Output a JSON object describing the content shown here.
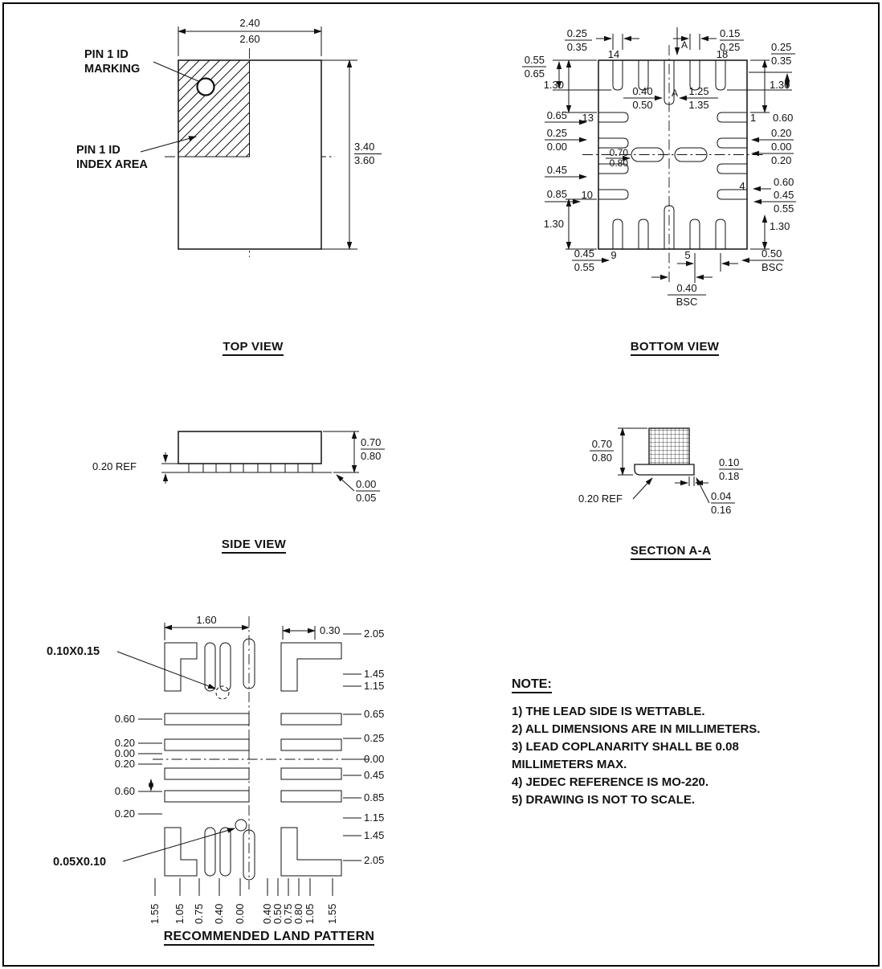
{
  "titles": {
    "top_view": "TOP VIEW",
    "bottom_view": "BOTTOM VIEW",
    "side_view": "SIDE VIEW",
    "section_aa": "SECTION A-A",
    "land_pattern": "RECOMMENDED LAND PATTERN"
  },
  "top_view": {
    "pin1_marking_l1": "PIN 1 ID",
    "pin1_marking_l2": "MARKING",
    "pin1_index_l1": "PIN 1 ID",
    "pin1_index_l2": "INDEX AREA",
    "width_min": "2.40",
    "width_max": "2.60",
    "height_min": "3.40",
    "height_max": "3.60"
  },
  "bottom_view": {
    "pins": {
      "p14": "14",
      "p18": "18",
      "p13": "13",
      "p1": "1",
      "p10": "10",
      "p4": "4",
      "p9": "9",
      "p5": "5"
    },
    "section_top": "A",
    "section_mid": "A",
    "pad_w_min": "0.25",
    "pad_w_max": "0.35",
    "ctr_pad_w_min": "0.15",
    "ctr_pad_w_max": "0.25",
    "corner_min": "0.25",
    "corner_max": "0.35",
    "edge_min": "0.55",
    "edge_max": "0.65",
    "left_130_top": "1.30",
    "right_130_top": "1.30",
    "left_130_bot": "1.30",
    "right_130_bot": "1.30",
    "slot_w_min": "0.40",
    "slot_w_max": "0.50",
    "slot_span_min": "1.25",
    "slot_span_max": "1.35",
    "left_065": "0.65",
    "right_060_top": "0.60",
    "left_025": "0.25",
    "left_000": "0.00",
    "right_020_a": "0.20",
    "right_000": "0.00",
    "right_020_b": "0.20",
    "bar_min": "0.70",
    "bar_max": "0.80",
    "left_045": "0.45",
    "right_060_mid": "0.60",
    "left_085": "0.85",
    "right_045": "0.45",
    "right_055": "0.55",
    "bot_min": "0.45",
    "bot_max": "0.55",
    "pitch_050": "0.50",
    "pitch_050_bsc": "BSC",
    "pitch_040": "0.40",
    "pitch_040_bsc": "BSC"
  },
  "side_view": {
    "ref": "0.20  REF",
    "height_min": "0.70",
    "height_max": "0.80",
    "standoff_min": "0.00",
    "standoff_max": "0.05"
  },
  "section_aa": {
    "height_min": "0.70",
    "height_max": "0.80",
    "ref": "0.20  REF",
    "lead_min": "0.10",
    "lead_max": "0.18",
    "flank_min": "0.04",
    "flank_max": "0.16"
  },
  "land_pattern": {
    "callout_top": "0.10X0.15",
    "callout_bottom": "0.05X0.10",
    "top_width": "1.60",
    "top_right": "0.30",
    "right_labels": [
      "2.05",
      "1.45",
      "1.15",
      "0.65",
      "0.25",
      "0.00",
      "0.45",
      "0.85",
      "1.15",
      "1.45",
      "2.05"
    ],
    "left_labels": [
      "0.60",
      "0.20",
      "0.00",
      "0.20",
      "0.60",
      "0.20"
    ],
    "bottom_labels": [
      "1.55",
      "1.05",
      "0.75",
      "0.40",
      "0.00",
      "0.40",
      "0.50",
      "0.75",
      "0.80",
      "1.05",
      "1.55"
    ]
  },
  "note": {
    "heading": "NOTE:",
    "lines": [
      "1) THE LEAD SIDE IS WETTABLE.",
      "2) ALL DIMENSIONS ARE IN MILLIMETERS.",
      "3) LEAD COPLANARITY SHALL BE 0.08",
      "MILLIMETERS MAX.",
      "4) JEDEC REFERENCE IS MO-220.",
      "5) DRAWING IS NOT TO SCALE."
    ]
  }
}
